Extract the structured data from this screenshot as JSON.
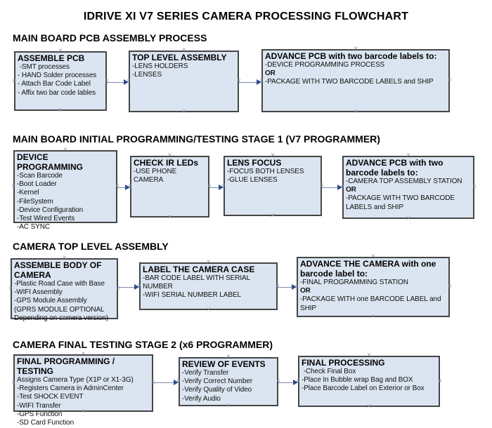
{
  "title": "IDRIVE XI V7 SERIES CAMERA PROCESSING FLOWCHART",
  "icons": {
    "connection_point": "×"
  },
  "colors": {
    "node_fill": "#dbe5f1",
    "node_border": "#454545",
    "arrow_line": "#7b8cab",
    "arrow_head": "#2e4d8f",
    "connection_marker": "#8892a6"
  },
  "sections": [
    {
      "heading": "MAIN BOARD PCB ASSEMBLY PROCESS",
      "boxes": [
        {
          "title": "ASSEMBLE PCB",
          "lines": [
            " -SMT processes",
            "- HAND Solder processes",
            "- Attach Bar Code Label",
            "- Affix two bar code lables"
          ]
        },
        {
          "title": "TOP LEVEL ASSEMBLY",
          "lines": [
            "-LENS HOLDERS",
            "-LENSES"
          ]
        },
        {
          "title": "ADVANCE PCB with two barcode labels to:",
          "lines": [
            "-DEVICE PROGRAMMING PROCESS",
            "OR",
            "-PACKAGE WITH TWO BARCODE LABELS and SHIP"
          ]
        }
      ]
    },
    {
      "heading": "MAIN BOARD INITIAL PROGRAMMING/TESTING STAGE 1 (V7 PROGRAMMER)",
      "boxes": [
        {
          "title": "DEVICE PROGRAMMING",
          "lines": [
            "-Scan Barcode",
            "-Boot Loader",
            "-Kernel",
            "-FileSystem",
            "-Device Configuration",
            "-Test Wired Events",
            "-AC SYNC"
          ]
        },
        {
          "title": "CHECK IR LEDs",
          "lines": [
            "-USE PHONE CAMERA"
          ]
        },
        {
          "title": "LENS FOCUS",
          "lines": [
            "-FOCUS BOTH LENSES",
            "-GLUE LENSES"
          ]
        },
        {
          "title": "ADVANCE PCB with two barcode labels to:",
          "lines": [
            "-CAMERA TOP ASSEMBLY STATION",
            "OR",
            "-PACKAGE WITH TWO BARCODE LABELS and SHIP"
          ]
        }
      ]
    },
    {
      "heading": "CAMERA TOP LEVEL ASSEMBLY",
      "boxes": [
        {
          "title": "ASSEMBLE BODY OF CAMERA",
          "lines": [
            "-Plastic Road Case with Base",
            "-WIFI Assembly",
            "-GPS Module Assembly",
            "(GPRS MODULE OPTIONAL",
            "Depending on camera version)"
          ]
        },
        {
          "title": "LABEL THE CAMERA CASE",
          "lines": [
            "-BAR CODE LABEL WITH SERIAL NUMBER",
            "-WIFI SERIAL NUMBER LABEL"
          ]
        },
        {
          "title": "ADVANCE THE CAMERA with one barcode label to:",
          "lines": [
            "-FINAL PROGRAMMING STATION",
            "OR",
            "-PACKAGE WITH one BARCODE LABEL and SHIP"
          ]
        }
      ]
    },
    {
      "heading": "CAMERA FINAL TESTING STAGE 2 (x6 PROGRAMMER)",
      "boxes": [
        {
          "title": "FINAL PROGRAMMING / TESTING",
          "lines": [
            "Assigns Camera Type (X1P or X1-3G)",
            "-Registers Camera in AdminCenter",
            "-Test SHOCK EVENT",
            "-WIFI Transfer",
            "-GPS Function",
            "-SD Card Function"
          ]
        },
        {
          "title": "REVIEW OF EVENTS",
          "lines": [
            "-Verify Transfer",
            "-Verify Correct Number",
            "-Verify Quality of Video",
            "-Verify Audio"
          ]
        },
        {
          "title": "FINAL PROCESSING",
          "lines": [
            " -Check Final Box",
            "-Place In Bubble wrap Bag and BOX",
            "-Place Barcode Label on Exterior or Box"
          ]
        }
      ]
    }
  ]
}
